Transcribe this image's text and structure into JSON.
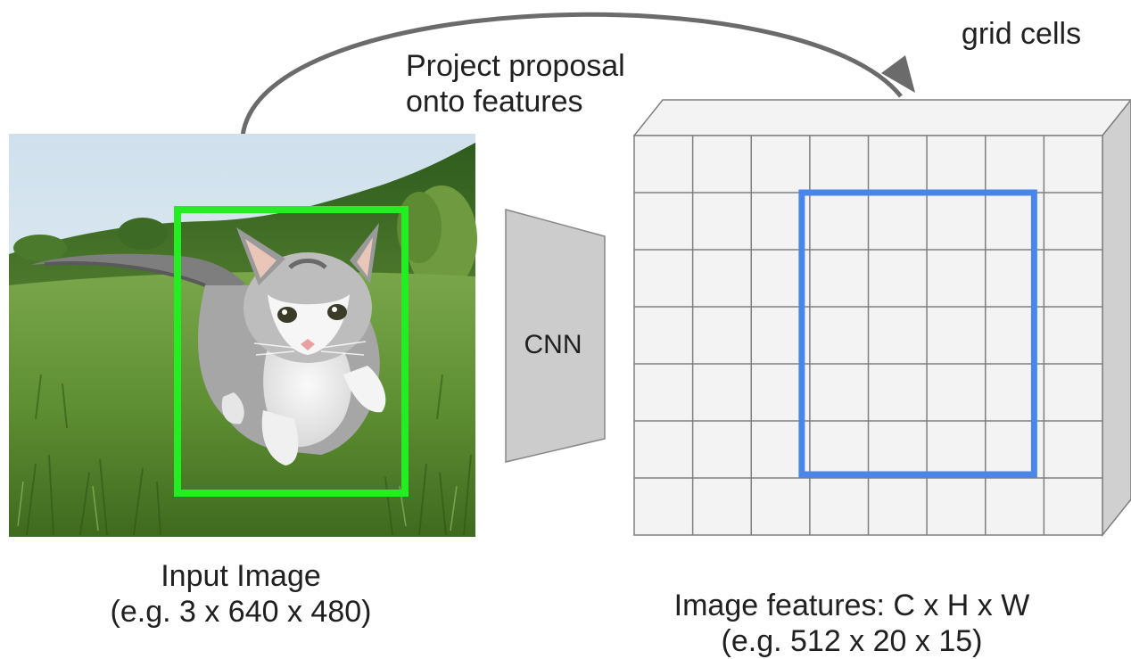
{
  "diagram": {
    "top_right_label": [
      "grid cells"
    ],
    "project_label": [
      "Project proposal",
      "onto features"
    ],
    "cnn_label": "CNN",
    "input_caption": [
      "Input Image",
      "(e.g. 3 x 640 x 480)"
    ],
    "features_caption": [
      "Image features: C x H x W",
      "(e.g. 512 x 20 x 15)"
    ],
    "grid": {
      "columns": 8,
      "rows": 7
    },
    "proposal_cells": {
      "col_start": 3,
      "col_end": 7,
      "row_start": 1,
      "row_end": 6
    },
    "colors": {
      "proposal_box": "#22ee22",
      "feature_box": "#4a86e8",
      "arrow": "#6b6b6b",
      "cnn_fill": "#cccccc",
      "cnn_stroke": "#888888",
      "grid_fill": "#f3f3f3",
      "grid_line": "#7f7f7f",
      "side_face": "#d0d0d0",
      "top_face": "#f3f3f3"
    },
    "icons": {
      "photo": "kitten-in-grass-photo"
    }
  }
}
